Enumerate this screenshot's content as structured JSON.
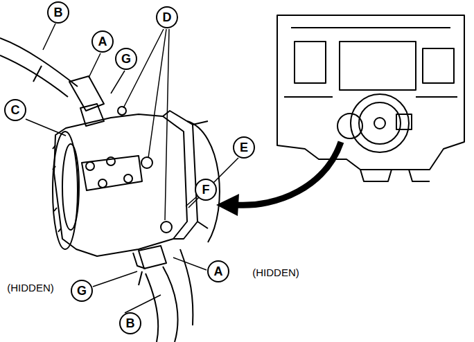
{
  "diagram": {
    "nodes": [
      {
        "text": [
          "B"
        ]
      },
      {
        "text": [
          "D"
        ]
      },
      {
        "text": [
          "A"
        ]
      },
      {
        "text": [
          "G"
        ]
      },
      {
        "text": [
          "C"
        ]
      },
      {
        "text": [
          "E"
        ]
      },
      {
        "text": [
          "F"
        ]
      },
      {
        "text": [
          "A"
        ]
      },
      {
        "text": [
          "G"
        ]
      },
      {
        "text": [
          "B"
        ]
      }
    ],
    "labels": [
      "(HIDDEN)",
      "(HIDDEN)"
    ]
  }
}
